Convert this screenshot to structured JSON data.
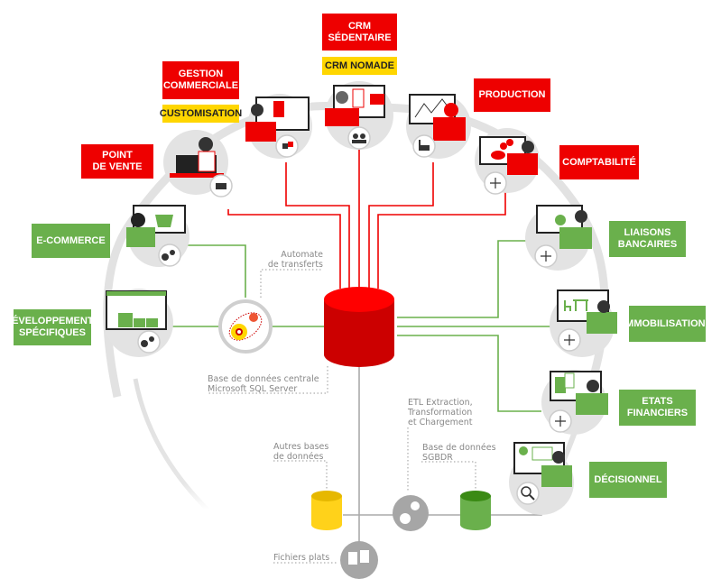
{
  "colors": {
    "red": "#ee0000",
    "green": "#6ab04c",
    "yellow": "#ffd600",
    "grey_circle": "#e3e3e3",
    "line_grey": "#aaaaaa",
    "note_text": "#888888"
  },
  "modules_red": [
    {
      "id": "point-de-vente",
      "label": "POINT\nDE VENTE",
      "icon": "cash-register-icon"
    },
    {
      "id": "gestion-commerciale",
      "label": "GESTION\nCOMMERCIALE",
      "sub": "CUSTOMISATION",
      "icon": "boxes-icon"
    },
    {
      "id": "crm",
      "label": "CRM\nSÉDENTAIRE",
      "sub": "CRM NOMADE",
      "icon": "users-icon"
    },
    {
      "id": "production",
      "label": "PRODUCTION",
      "icon": "factory-icon"
    },
    {
      "id": "comptabilite",
      "label": "COMPTABILITÉ",
      "icon": "scales-icon"
    }
  ],
  "modules_green": [
    {
      "id": "e-commerce",
      "label": "E-COMMERCE",
      "icon": "gears-icon"
    },
    {
      "id": "developpements",
      "label": "DÉVELOPPEMENTS\nSPÉCIFIQUES",
      "icon": "gears-icon"
    },
    {
      "id": "liaisons-bancaires",
      "label": "LIAISONS\nBANCAIRES",
      "icon": "scales-icon"
    },
    {
      "id": "immobilisations",
      "label": "IMMOBILISATIONS",
      "icon": "scales-icon"
    },
    {
      "id": "etats-financiers",
      "label": "ETATS\nFINANCIERS",
      "icon": "scales-icon"
    },
    {
      "id": "decisionnel",
      "label": "DÉCISIONNEL",
      "icon": "magnifier-icon"
    }
  ],
  "notes": {
    "automate": "Automate\nde transferts",
    "central_db": "Base de données centrale\nMicrosoft SQL Server",
    "etl": "ETL Extraction,\nTransformation\net Chargement",
    "autres_bases": "Autres bases\nde données",
    "sgbdr": "Base de données\nSGBDR",
    "fichiers_plats": "Fichiers plats"
  }
}
